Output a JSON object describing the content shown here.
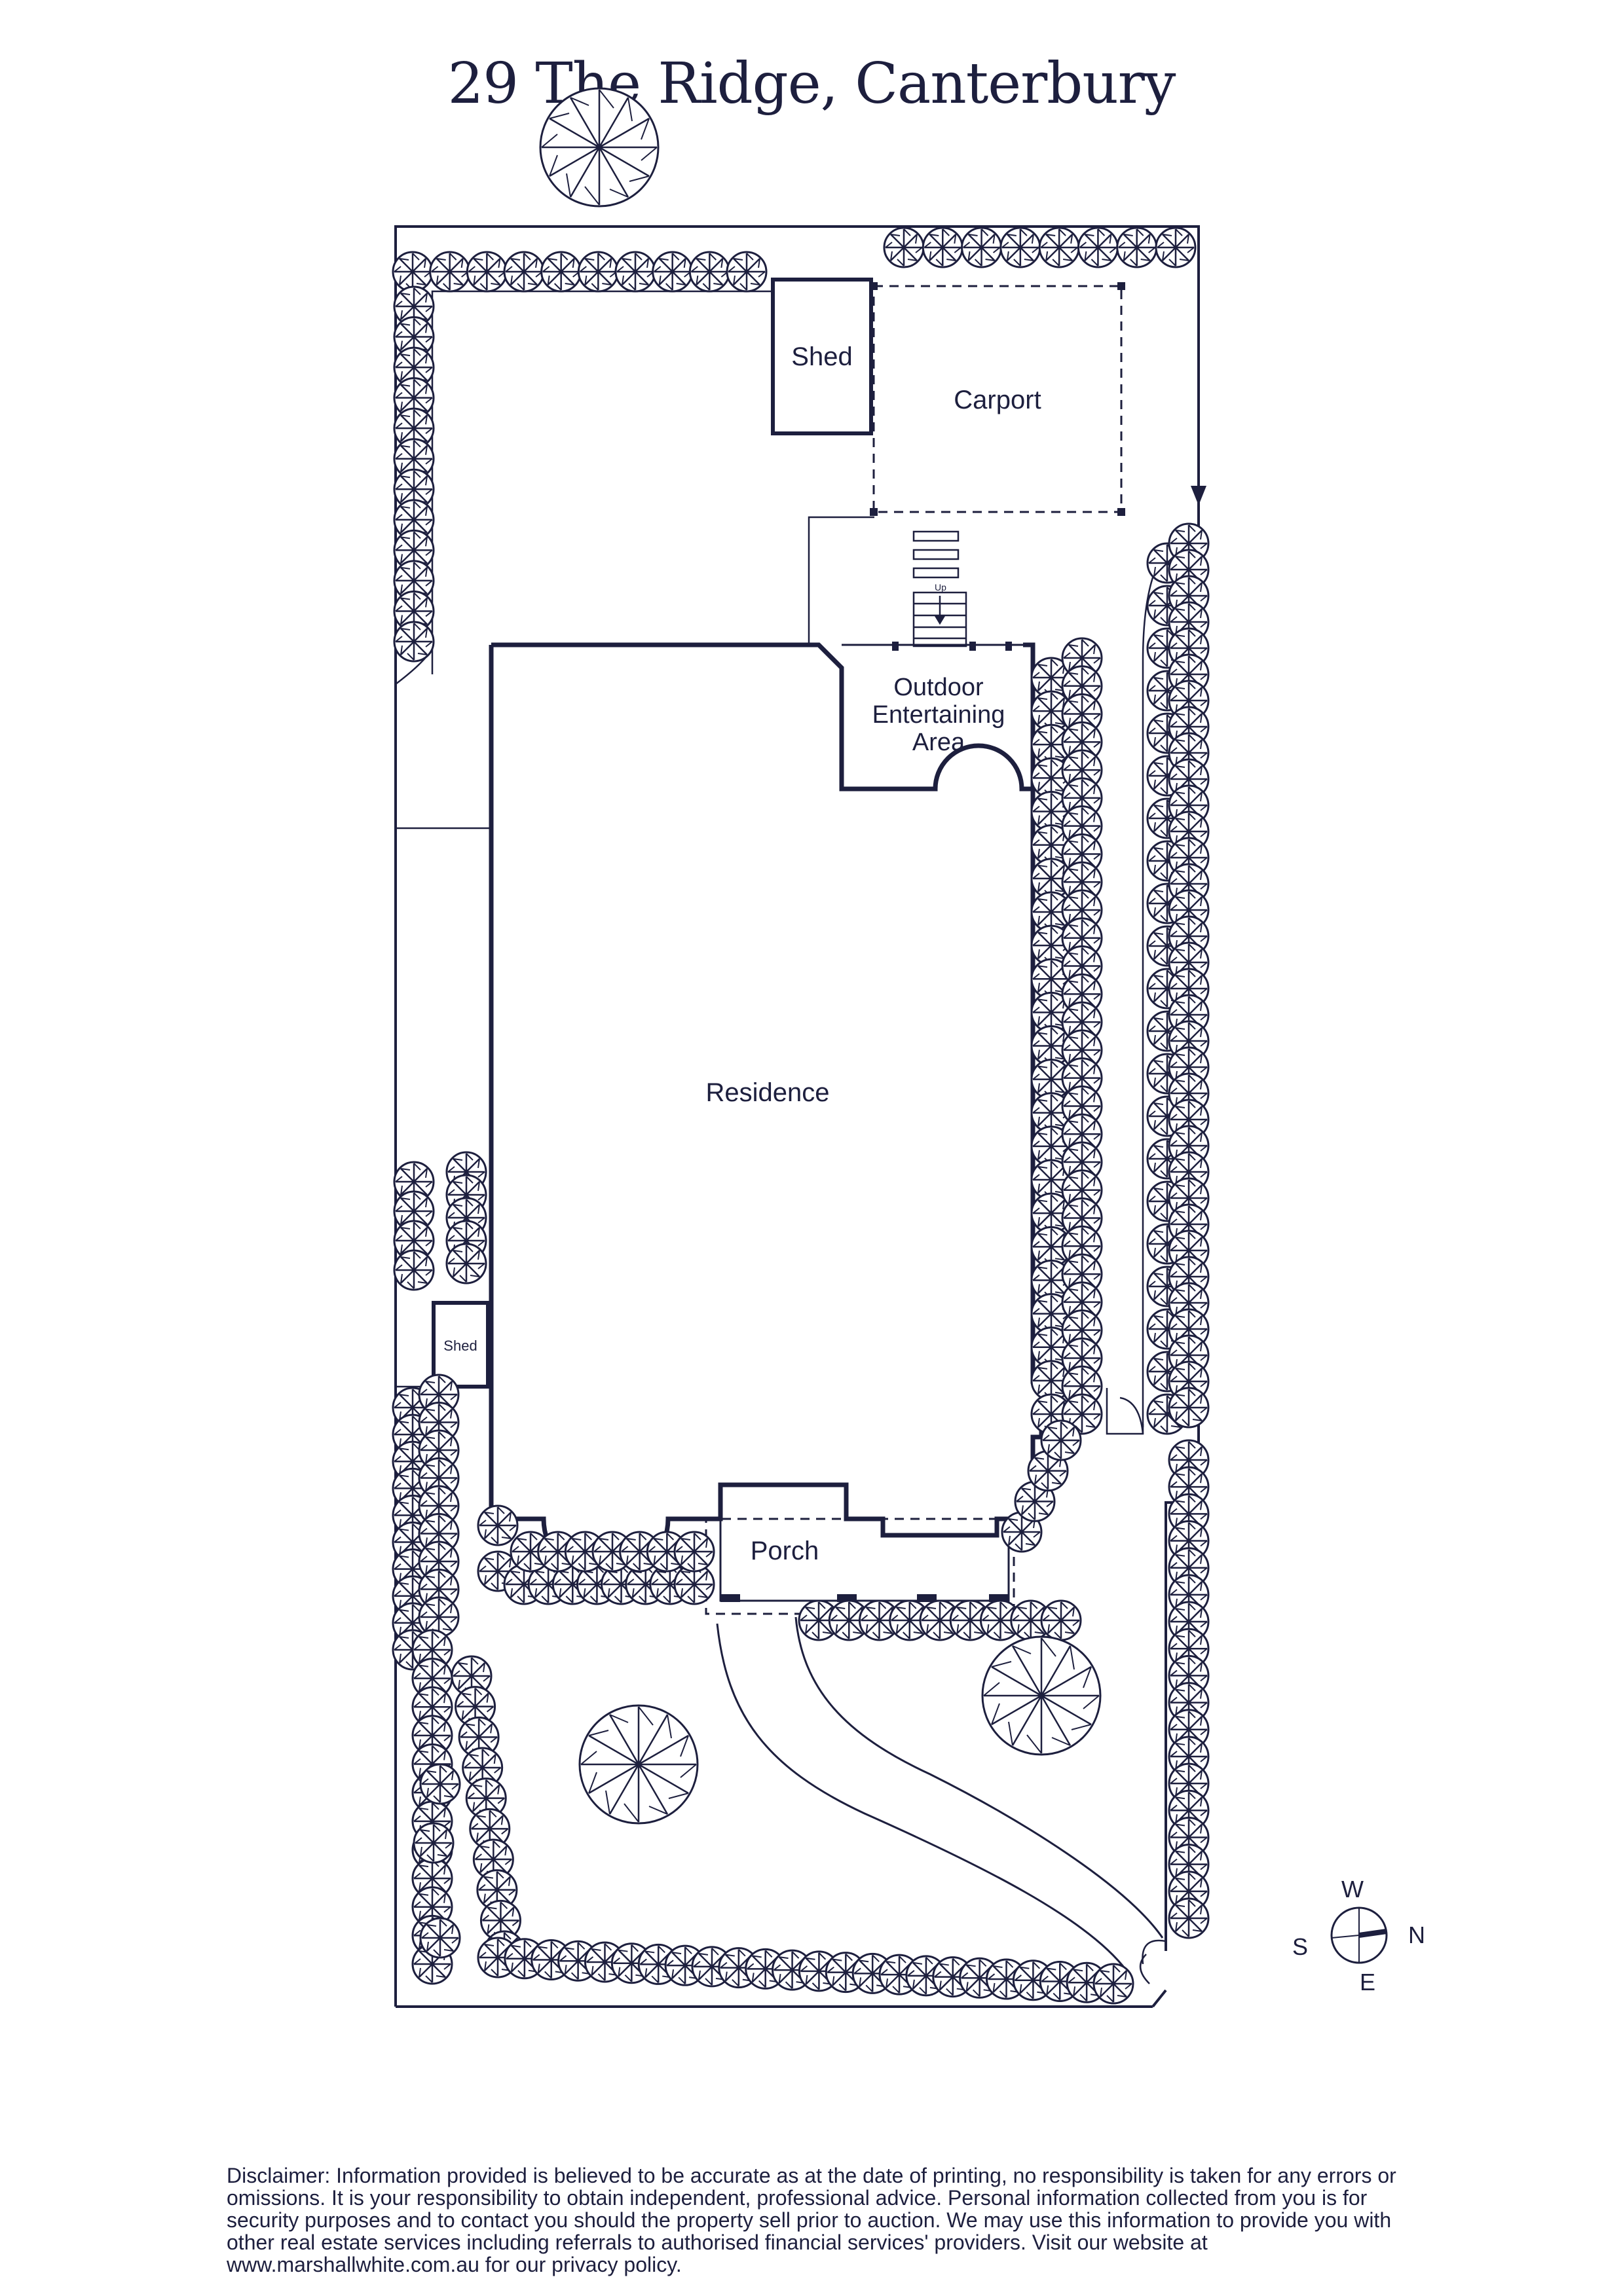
{
  "title": "29 The Ridge, Canterbury",
  "labels": {
    "shed_top": "Shed",
    "carport": "Carport",
    "up": "Up",
    "outdoor_line1": "Outdoor",
    "outdoor_line2": "Entertaining",
    "outdoor_line3": "Area",
    "residence": "Residence",
    "shed_side": "Shed",
    "porch": "Porch"
  },
  "compass": {
    "w": "W",
    "n": "N",
    "s": "S",
    "e": "E"
  },
  "disclaimer": "Disclaimer: Information provided is believed to be accurate as at the date of printing, no responsibility is taken for any errors or omissions. It is your responsibility to obtain independent, professional advice. Personal information collected from you is for security purposes and to contact you should the property sell prior to auction. We may use this information to provide you with other real estate services including referrals to authorised financial services' providers. Visit our website at www.marshallwhite.com.au for our privacy policy.",
  "colors": {
    "ink": "#1d1f3e",
    "background": "#ffffff"
  },
  "icons": [
    "tree-icon",
    "compass-icon",
    "arrow-down-icon"
  ]
}
